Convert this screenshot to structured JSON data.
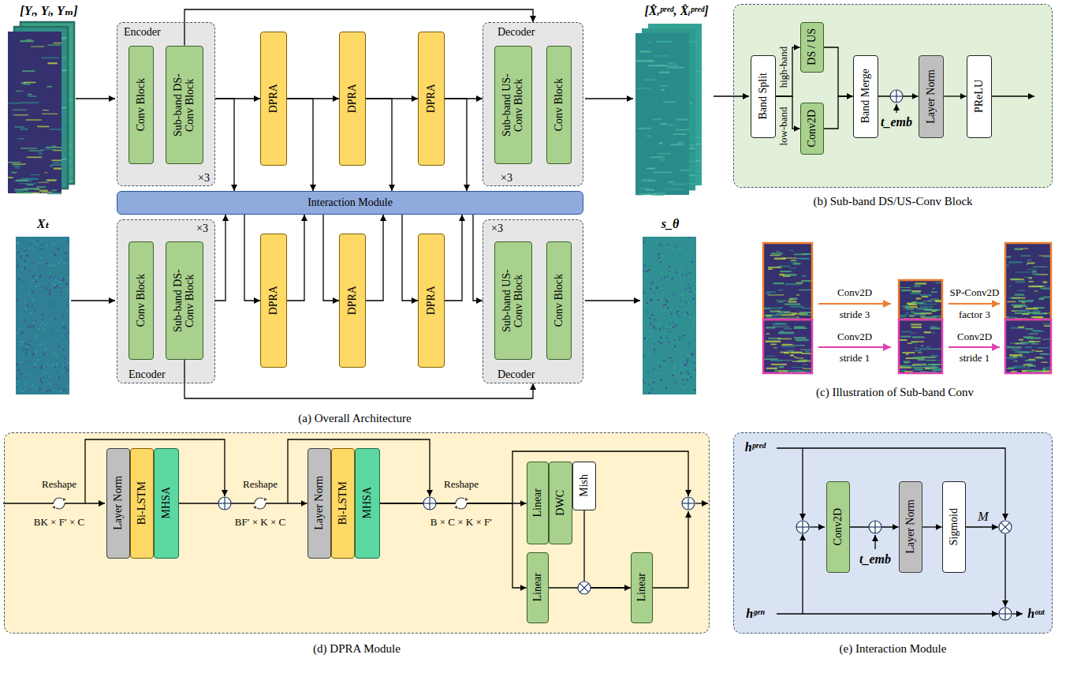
{
  "diagram": {
    "nodes": [
      {
        "text": [
          "Encoder",
          "×3"
        ]
      },
      {
        "text": [
          "Conv Block"
        ],
        "in": 0
      },
      {
        "text": [
          "Sub-band DS-Conv Block"
        ],
        "in": 0
      },
      {
        "text": [
          "DPRA"
        ]
      },
      {
        "text": [
          "DPRA"
        ]
      },
      {
        "text": [
          "DPRA"
        ]
      },
      {
        "text": [
          "Decoder",
          "×3"
        ]
      },
      {
        "text": [
          "Sub-band US-Conv Block"
        ],
        "in": 6
      },
      {
        "text": [
          "Conv Block"
        ],
        "in": 6
      },
      {
        "text": [
          "Interaction Module"
        ]
      },
      {
        "text": [
          "×3",
          "Encoder"
        ]
      },
      {
        "text": [
          "Conv Block"
        ],
        "in": 10
      },
      {
        "text": [
          "Sub-band DS-Conv Block"
        ],
        "in": 10
      },
      {
        "text": [
          "DPRA"
        ]
      },
      {
        "text": [
          "DPRA"
        ]
      },
      {
        "text": [
          "DPRA"
        ]
      },
      {
        "text": [
          "×3",
          "Decoder"
        ]
      },
      {
        "text": [
          "Sub-band US-Conv Block"
        ],
        "in": 16
      },
      {
        "text": [
          "Conv Block"
        ],
        "in": 16
      },
      {
        "text": [
          "(b) Sub-band DS/US-Conv Block"
        ]
      },
      {
        "text": [
          "Band Split"
        ],
        "in": 19
      },
      {
        "text": [
          "DS / US"
        ],
        "in": 19
      },
      {
        "text": [
          "Conv2D"
        ],
        "in": 19
      },
      {
        "text": [
          "Band Merge"
        ],
        "in": 19
      },
      {
        "text": [
          "Layer Norm"
        ],
        "in": 19
      },
      {
        "text": [
          "PReLU"
        ],
        "in": 19
      },
      {
        "text": [
          "(d) DPRA Module"
        ]
      },
      {
        "text": [
          "Layer Norm"
        ],
        "in": 26
      },
      {
        "text": [
          "Bi-LSTM"
        ],
        "in": 26
      },
      {
        "text": [
          "MHSA"
        ],
        "in": 26
      },
      {
        "text": [
          "Layer Norm"
        ],
        "in": 26
      },
      {
        "text": [
          "Bi-LSTM"
        ],
        "in": 26
      },
      {
        "text": [
          "MHSA"
        ],
        "in": 26
      },
      {
        "text": [
          "Linear"
        ],
        "in": 26
      },
      {
        "text": [
          "DWC"
        ],
        "in": 26
      },
      {
        "text": [
          "Mish"
        ],
        "in": 26
      },
      {
        "text": [
          "Linear"
        ],
        "in": 26
      },
      {
        "text": [
          "Linear"
        ],
        "in": 26
      },
      {
        "text": [
          "(e) Interaction Module"
        ]
      },
      {
        "text": [
          "Conv2D"
        ],
        "in": 38
      },
      {
        "text": [
          "Layer Norm"
        ],
        "in": 38
      },
      {
        "text": [
          "Sigmoid"
        ],
        "in": 38
      }
    ],
    "edges": [
      {
        "from": 0,
        "to": 3,
        "arrow": "to"
      },
      {
        "from": 0,
        "to": 9,
        "arrow": "to"
      },
      {
        "from": 3,
        "to": 4,
        "arrow": "to"
      },
      {
        "from": 3,
        "to": 9,
        "arrow": "to"
      },
      {
        "from": 4,
        "to": 5,
        "arrow": "to"
      },
      {
        "from": 4,
        "to": 9,
        "arrow": "to"
      },
      {
        "from": 5,
        "to": 6,
        "arrow": "to"
      },
      {
        "from": 5,
        "to": 9,
        "arrow": "to"
      },
      {
        "from": 2,
        "to": 6,
        "arrow": "to"
      },
      {
        "from": 10,
        "to": 9,
        "arrow": "to"
      },
      {
        "from": 9,
        "to": 13,
        "arrow": "to"
      },
      {
        "from": 13,
        "to": 9,
        "arrow": "to"
      },
      {
        "from": 9,
        "to": 14,
        "arrow": "to"
      },
      {
        "from": 14,
        "to": 9,
        "arrow": "to"
      },
      {
        "from": 9,
        "to": 15,
        "arrow": "to"
      },
      {
        "from": 15,
        "to": 9,
        "arrow": "to"
      },
      {
        "from": 9,
        "to": 16,
        "arrow": "to"
      },
      {
        "from": 12,
        "to": 16,
        "arrow": "to"
      },
      {
        "from": 20,
        "to": 21,
        "arrow": "to"
      },
      {
        "from": 20,
        "to": 22,
        "arrow": "to"
      },
      {
        "from": 21,
        "to": 23,
        "arrow": "to"
      },
      {
        "from": 22,
        "to": 23,
        "arrow": "to"
      },
      {
        "from": 23,
        "to": 24,
        "arrow": "to"
      },
      {
        "from": 24,
        "to": 25,
        "arrow": "to"
      },
      {
        "from": 29,
        "to": 30,
        "arrow": "to"
      },
      {
        "from": 32,
        "to": 33,
        "arrow": "to"
      },
      {
        "from": 32,
        "to": 36,
        "arrow": "to"
      },
      {
        "from": 35,
        "to": 37,
        "arrow": "to"
      },
      {
        "from": 36,
        "to": 37,
        "arrow": "to"
      },
      {
        "from": 39,
        "to": 40,
        "arrow": "to"
      },
      {
        "from": 40,
        "to": 41,
        "arrow": "to"
      }
    ],
    "labels": [
      "[Yᵣ, Yᵢ, Yₘ]",
      "[X̂ᵣᵖʳᵉᵈ, X̂ᵢᵖʳᵉᵈ]",
      "Xₜ",
      "s_θ",
      "(a) Overall Architecture",
      "high-band",
      "low-band",
      "t_emb",
      "Conv2D",
      "stride 3",
      "SP-Conv2D",
      "factor 3",
      "Conv2D",
      "stride 1",
      "Conv2D",
      "stride 1",
      "(c) Illustration of Sub-band Conv",
      "Reshape",
      "BK × F′ × C",
      "Reshape",
      "BF′ × K × C",
      "Reshape",
      "B × C × K × F′",
      "hᵖʳᵉᵈ",
      "hᵍᵉⁿ",
      "t_emb",
      "M",
      "hᵒᵘᵗ"
    ]
  }
}
